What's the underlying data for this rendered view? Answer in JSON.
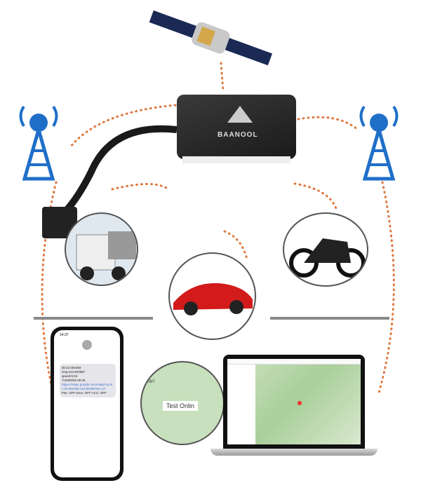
{
  "device": {
    "brand": "BAANOOL"
  },
  "phone": {
    "time": "14:37",
    "message": [
      "lat:22.554459",
      "long:113.903987",
      "speed:0.04",
      "T:20/06/02 09:46",
      "https://maps.google.com/maps?q=loc:22.554459,113.903987&z=17",
      "Pwr: OFF Door: OFF ACC: OFF"
    ]
  },
  "map": {
    "label": "Test Onlin",
    "place": "Sari"
  },
  "colors": {
    "dots": "#e07840",
    "tower": "#1f6fc9"
  }
}
